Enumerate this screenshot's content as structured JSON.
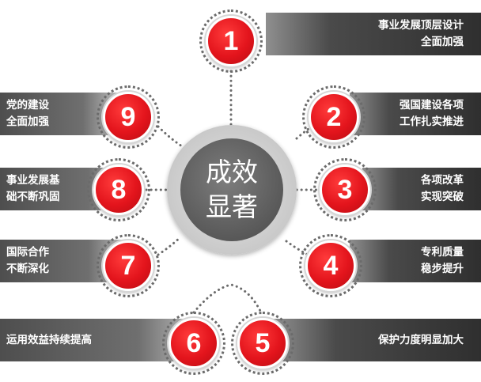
{
  "center": {
    "line1": "成效",
    "line2": "显著"
  },
  "items": [
    {
      "number": "1",
      "line1": "事业发展顶层设计",
      "line2": "全面加强"
    },
    {
      "number": "2",
      "line1": "强国建设各项",
      "line2": "工作扎实推进"
    },
    {
      "number": "3",
      "line1": "各项改革",
      "line2": "实现突破"
    },
    {
      "number": "4",
      "line1": "专利质量",
      "line2": "稳步提升"
    },
    {
      "number": "5",
      "line1": "保护力度明显加大"
    },
    {
      "number": "6",
      "line1": "运用效益持续提高"
    },
    {
      "number": "7",
      "line1": "国际合作",
      "line2": "不断深化"
    },
    {
      "number": "8",
      "line1": "事业发展基",
      "line2": "础不断巩固"
    },
    {
      "number": "9",
      "line1": "党的建设",
      "line2": "全面加强"
    }
  ],
  "colors": {
    "badge": "#e3141c",
    "band_dark": "#2f2f2f",
    "center": "#5e5e5e"
  }
}
